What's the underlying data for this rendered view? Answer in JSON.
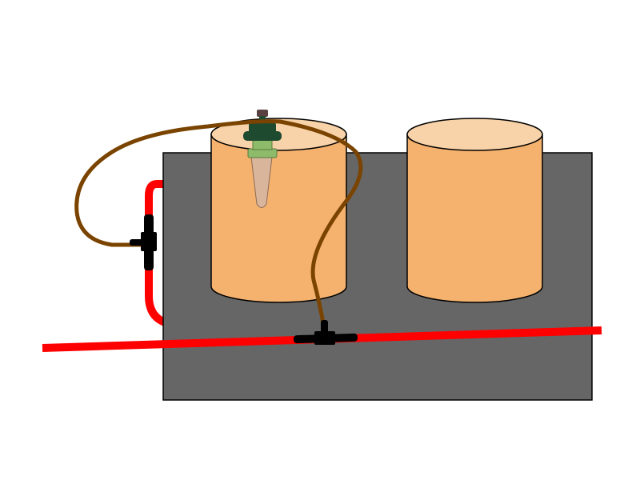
{
  "colors": {
    "background": "#ffffff",
    "board": "#666666",
    "pot_body": "#f5b26e",
    "pot_top": "#f8d2a8",
    "supply_tube": "#ff0000",
    "drip_tube": "#7a4400",
    "fittings": "#000000",
    "stake_cap": "#1e4a30",
    "stake_collar": "#8dbb6a",
    "stake_spike": "#d9b59c",
    "stake_knob": "#5a4040"
  },
  "parts": [
    "board",
    "pot-1",
    "pot-2",
    "supply-tube",
    "supply-loop",
    "drip-tube",
    "tee-fitting-left",
    "tee-fitting-main",
    "watering-stake"
  ]
}
